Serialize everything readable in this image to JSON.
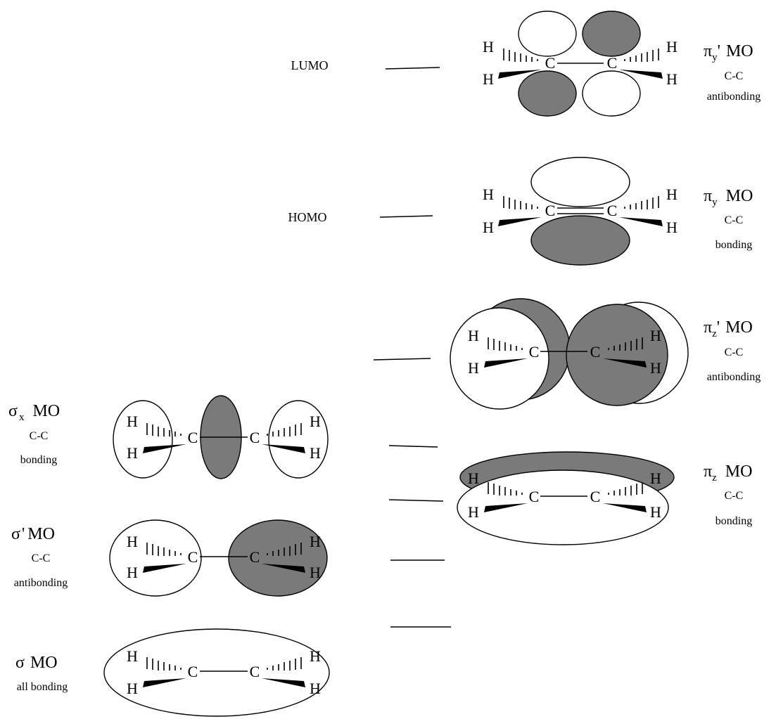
{
  "colors": {
    "lobe_shaded": "#7a7a7a",
    "lobe_open": "#ffffff",
    "ink": "#000000"
  },
  "levels": {
    "lumo": "LUMO",
    "homo": "HOMO"
  },
  "atoms": {
    "h": "H",
    "c": "C"
  },
  "orbitals": {
    "pi_y_prime": {
      "symbol": "π",
      "subscript": "y",
      "prime": "'",
      "mo": "MO",
      "line1": "C-C",
      "line2": "antibonding"
    },
    "pi_y": {
      "symbol": "π",
      "subscript": "y",
      "mo": "MO",
      "line1": "C-C",
      "line2": "bonding"
    },
    "pi_z_prime": {
      "symbol": "π",
      "subscript": "z",
      "prime": "'",
      "mo": "MO",
      "line1": "C-C",
      "line2": "antibonding"
    },
    "pi_z": {
      "symbol": "π",
      "subscript": "z",
      "mo": "MO",
      "line1": "C-C",
      "line2": "bonding"
    },
    "sigma_x": {
      "symbol": "σ",
      "subscript": "x",
      "mo": "MO",
      "line1": "C-C",
      "line2": "bonding"
    },
    "sigma_prime": {
      "symbol": "σ",
      "prime": "'",
      "mo": "MO",
      "line1": "C-C",
      "line2": "antibonding"
    },
    "sigma": {
      "symbol": "σ",
      "mo": "MO",
      "line1": "all bonding"
    }
  }
}
